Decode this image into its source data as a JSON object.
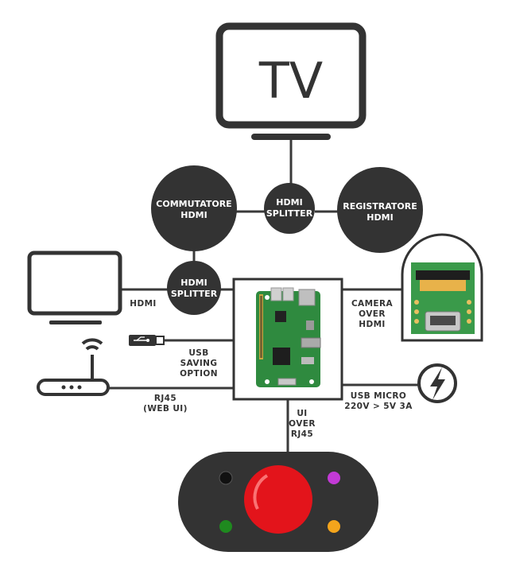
{
  "colors": {
    "dark": "#333333",
    "line": "#3a3a3a",
    "pcb_green": "#3a9a4a",
    "board_green": "#2f8a3f",
    "big_button_red": "#e3141b",
    "led_black": "#111111",
    "led_purple": "#c23ad6",
    "led_green": "#1f8a1f",
    "led_orange": "#f4a51c"
  },
  "tv": {
    "label": "TV"
  },
  "nodes": {
    "commutatore": {
      "line1": "COMMUTATORE",
      "line2": "HDMI"
    },
    "splitter_top": {
      "line1": "HDMI",
      "line2": "SPLITTER"
    },
    "registratore": {
      "line1": "REGISTRATORE",
      "line2": "HDMI"
    },
    "splitter_left": {
      "line1": "HDMI",
      "line2": "SPLITTER"
    }
  },
  "edge_labels": {
    "hdmi": "HDMI",
    "camera": [
      "CAMERA",
      "OVER",
      "HDMI"
    ],
    "usb": [
      "USB",
      "SAVING",
      "OPTION"
    ],
    "rj45": [
      "RJ45",
      "(WEB UI)"
    ],
    "power": [
      "USB MICRO",
      "220V > 5V 3A"
    ],
    "ui": [
      "UI",
      "OVER",
      "RJ45"
    ]
  },
  "icons": {
    "tv": "tv-icon",
    "monitor": "monitor-icon",
    "usb_stick": "usb-stick-icon",
    "router": "wifi-router-icon",
    "raspberry_pi": "raspberry-pi-board-icon",
    "camera_adapter": "hdmi-camera-adapter-icon",
    "power": "lightning-bolt-icon",
    "controller": "arcade-button-controller-icon"
  }
}
